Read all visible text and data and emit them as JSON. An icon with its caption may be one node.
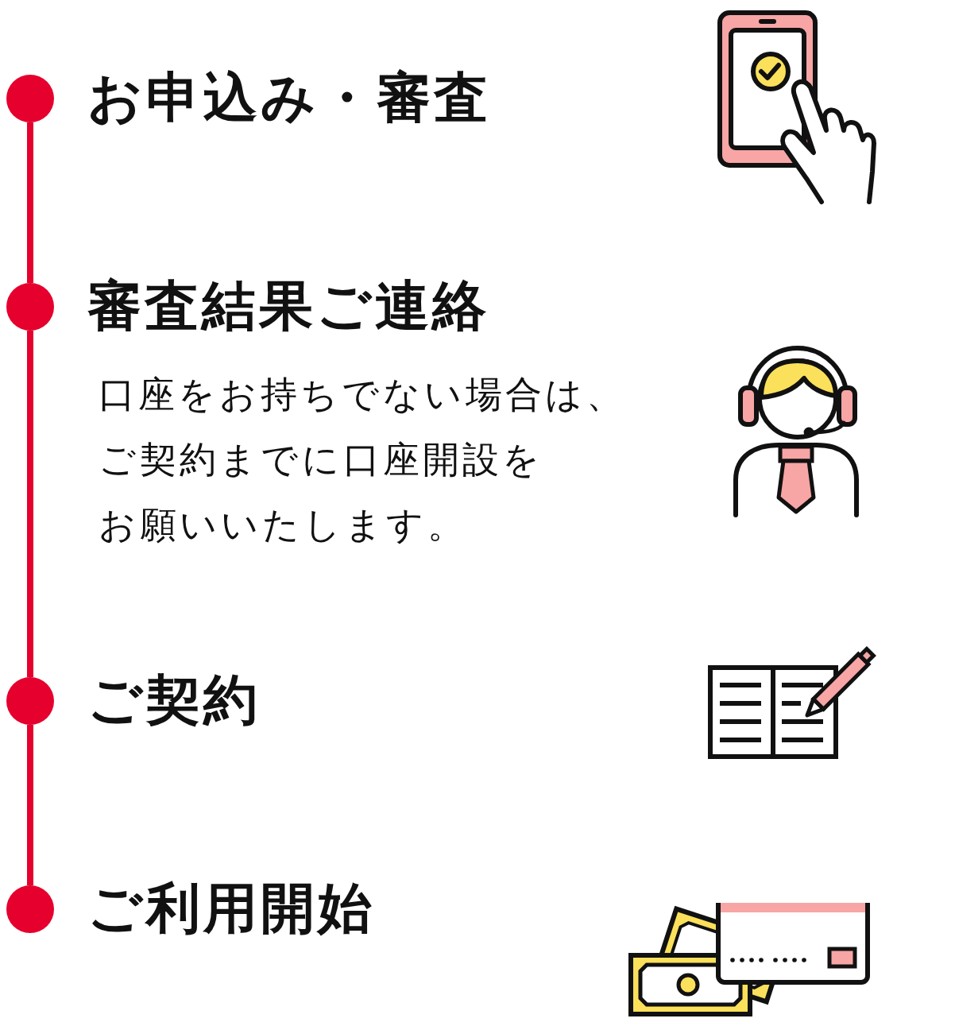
{
  "diagram": {
    "nodes": [
      {
        "text": [],
        "shape": "circle",
        "beside": [
          "お申込み・審査"
        ]
      },
      {
        "text": [],
        "shape": "circle",
        "beside": [
          "審査結果ご連絡",
          "口座をお持ちでない場合は、ご契約までに口座開設をお願いいたします。"
        ]
      },
      {
        "text": [],
        "shape": "circle",
        "beside": [
          "ご契約"
        ]
      },
      {
        "text": [],
        "shape": "circle",
        "beside": [
          "ご利用開始"
        ]
      }
    ],
    "edges": [
      {
        "from": 0,
        "to": 1,
        "arrow": "none"
      },
      {
        "from": 1,
        "to": 2,
        "arrow": "none"
      },
      {
        "from": 2,
        "to": 3,
        "arrow": "none"
      }
    ]
  }
}
